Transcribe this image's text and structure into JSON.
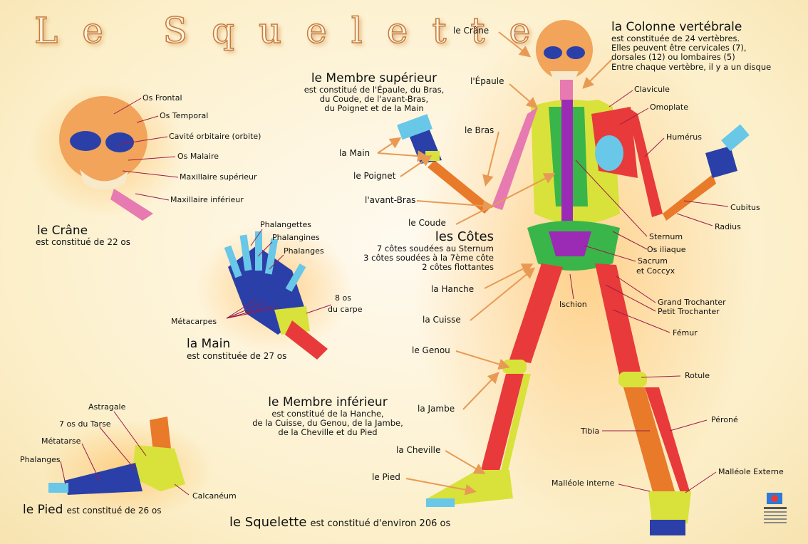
{
  "title": "Le Squelette",
  "skull": {
    "heading": "le Crâne",
    "desc": "est constitué de 22 os",
    "labels": [
      "Os Frontal",
      "Os Temporal",
      "Cavité orbitaire (orbite)",
      "Os Malaire",
      "Maxillaire supérieur",
      "Maxillaire inférieur"
    ]
  },
  "hand": {
    "heading": "la Main",
    "desc": "est constituée de 27 os",
    "labels": {
      "phalangettes": "Phalangettes",
      "phalangines": "Phalangines",
      "phalanges": "Phalanges",
      "carpe1": "8 os",
      "carpe2": "du carpe",
      "metacarpes": "Métacarpes"
    }
  },
  "foot": {
    "heading": "le Pied",
    "desc": "est constitué de 26 os",
    "labels": {
      "astragale": "Astragale",
      "tarse": "7 os du Tarse",
      "metatarse": "Métatarse",
      "phalanges": "Phalanges",
      "calcaneum": "Calcanéum"
    }
  },
  "footer": {
    "heading": "le Squelette",
    "desc": "est constitué d'environ 206 os"
  },
  "membre_superieur": {
    "heading": "le Membre supérieur",
    "lines": [
      "est constitué de l'Épaule, du Bras,",
      "du Coude, de l'avant-Bras,",
      "du Poignet et de la Main"
    ]
  },
  "membre_inferieur": {
    "heading": "le Membre inférieur",
    "lines": [
      "est constitué de la Hanche,",
      "de la Cuisse, du Genou, de la Jambe,",
      "de la Cheville et du Pied"
    ]
  },
  "cotes": {
    "heading": "les Côtes",
    "lines": [
      "7 côtes soudées au Sternum",
      "3 côtes soudées à la 7ème côte",
      "2 côtes flottantes"
    ]
  },
  "colonne": {
    "heading": "la Colonne vertébrale",
    "lines": [
      "est constituée de 24 vertèbres.",
      "Elles peuvent être cervicales (7),",
      "dorsales (12) ou lombaires (5)",
      "Entre chaque vertèbre, il y a un disque"
    ]
  },
  "left_labels": {
    "crane": "le Crâne",
    "epaule": "l'Épaule",
    "bras": "le Bras",
    "main": "la Main",
    "poignet": "le Poignet",
    "avantbras": "l'avant-Bras",
    "coude": "le Coude",
    "hanche": "la Hanche",
    "cuisse": "la Cuisse",
    "genou": "le Genou",
    "jambe": "la Jambe",
    "cheville": "la Cheville",
    "pied": "le Pied"
  },
  "right_labels": {
    "clavicule": "Clavicule",
    "omoplate": "Omoplate",
    "humerus": "Humérus",
    "cubitus": "Cubitus",
    "radius": "Radius",
    "sternum": "Sternum",
    "iliaque": "Os iliaque",
    "sacrum1": "Sacrum",
    "sacrum2": "et Coccyx",
    "ischion": "Ischion",
    "grand": "Grand Trochanter",
    "petit": "Petit Trochanter",
    "femur": "Fémur",
    "rotule": "Rotule",
    "tibia": "Tibia",
    "perone": "Péroné",
    "malext": "Malléole Externe",
    "malint": "Malléole interne"
  },
  "colors": {
    "bone_red": "#e83a3a",
    "bone_yellow": "#d8e23a",
    "bone_blue": "#2b3fa8",
    "bone_purple": "#9b2bb5",
    "bone_green": "#39b54a",
    "bone_pink": "#e77ab0",
    "bone_cyan": "#69c7e8",
    "arrow": "#e89a55"
  }
}
